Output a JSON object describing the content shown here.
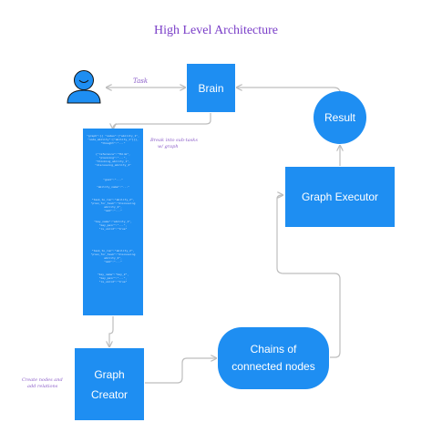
{
  "title": "High Level Architecture",
  "nodes": {
    "brain": "Brain",
    "graph_executor": "Graph Executor",
    "result": "Result",
    "graph_creator_line1": "Graph",
    "graph_creator_line2": "Creator",
    "chains_line1": "Chains of",
    "chains_line2": "connected nodes"
  },
  "annotations": {
    "task": "Task",
    "break_line1": "Break into sub-tasks",
    "break_line2": "w/ graph",
    "create_line1": "Create nodes and",
    "create_line2": "add relations"
  },
  "json_snippet": {
    "block1": "\"graph\":{{ \"nodes\":[\"ability_1\",\n\"node_ability\":[\"ability_1\"]}},\n\"thought\":\"...\"",
    "block2": "{\"reference\":\"Think\",\n\"planning\":\"...\",\n\"thinking_ability_1\",\n\"discussing_ability_2\"",
    "block3": "\"goal\":\"...\"\n\n\"ability_name\":\"...\"",
    "block4": "\"task_to_run\":\"ability_2\",\n\"plan_for_task\":\"discussing\nability_2\",\n\"ask\":\"...\"",
    "block5": "\"key_name\":\"ability_1\",\n\"key_pair\":\"...\",\n\"is_valid\":\"true\"",
    "block6": "\"task_to_run\":\"ability_2\",\n\"plan_for_task\":\"discussing\nability_2\",\n\"ask\":\"...\"",
    "block7": "\"key_name\":\"key_2\",\n\"key_pair\":\"...\",\n\"is_valid\":\"true\""
  },
  "colors": {
    "node_fill": "#1e8ef2",
    "title": "#7a3ec8",
    "annotation": "#8a5cc8",
    "connector": "#bdbdbd",
    "user_icon": "#1e8ef2"
  },
  "icons": {
    "user": "user-icon"
  }
}
